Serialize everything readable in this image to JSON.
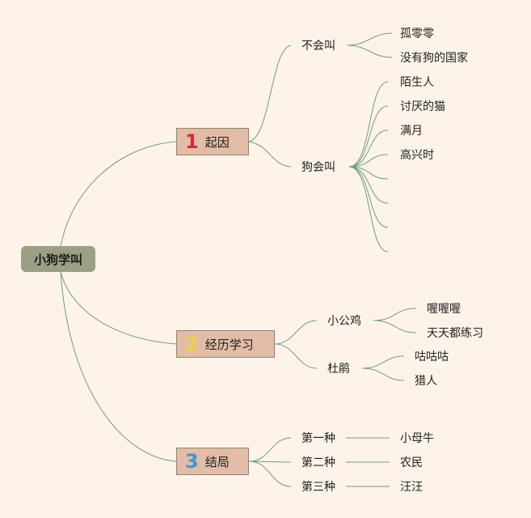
{
  "root": {
    "label": "小狗学叫"
  },
  "branches": [
    {
      "num": "1",
      "label": "起因",
      "num_color": "#d62a37",
      "subs": [
        {
          "label": "不会叫",
          "leaves": [
            "孤零零",
            "没有狗的国家"
          ]
        },
        {
          "label": "狗会叫",
          "leaves": [
            "陌生人",
            "讨厌的猫",
            "满月",
            "高兴时",
            "",
            "",
            "",
            ""
          ]
        }
      ]
    },
    {
      "num": "2",
      "label": "经历学习",
      "num_color": "#f1cf43",
      "subs": [
        {
          "label": "小公鸡",
          "leaves": [
            "喔喔喔",
            "天天都练习"
          ]
        },
        {
          "label": "杜鹃",
          "leaves": [
            "咕咕咕",
            "猎人"
          ]
        }
      ]
    },
    {
      "num": "3",
      "label": "结局",
      "num_color": "#3d97d5",
      "subs": [
        {
          "label": "第一种",
          "leaves": [
            "小母牛"
          ]
        },
        {
          "label": "第二种",
          "leaves": [
            "农民"
          ]
        },
        {
          "label": "第三种",
          "leaves": [
            "汪汪"
          ]
        }
      ]
    }
  ],
  "colors": {
    "background": "#fdf3e9",
    "root_fill": "#9c9f84",
    "branch_fill": "#e2bca6",
    "connector": "#6f9c86"
  }
}
